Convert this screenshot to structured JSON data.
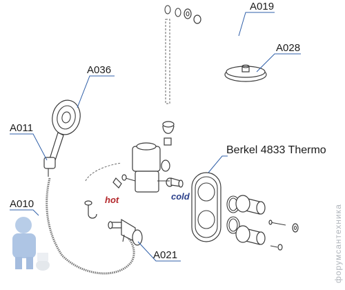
{
  "callouts": {
    "a019": "A019",
    "a028": "A028",
    "a036": "A036",
    "a011": "A011",
    "a010": "A010",
    "a021": "A021"
  },
  "product_label": "Berkel 4833 Thermo",
  "connection_labels": {
    "hot": "hot",
    "cold": "cold"
  },
  "watermark": {
    "text": "форумсантехника",
    "mascot_icon": "plumber-mascot-icon"
  },
  "colors": {
    "leader": "#2f5fa8",
    "hot": "#b3262a",
    "cold": "#2a3f8a",
    "outline": "#3a3a3a"
  }
}
